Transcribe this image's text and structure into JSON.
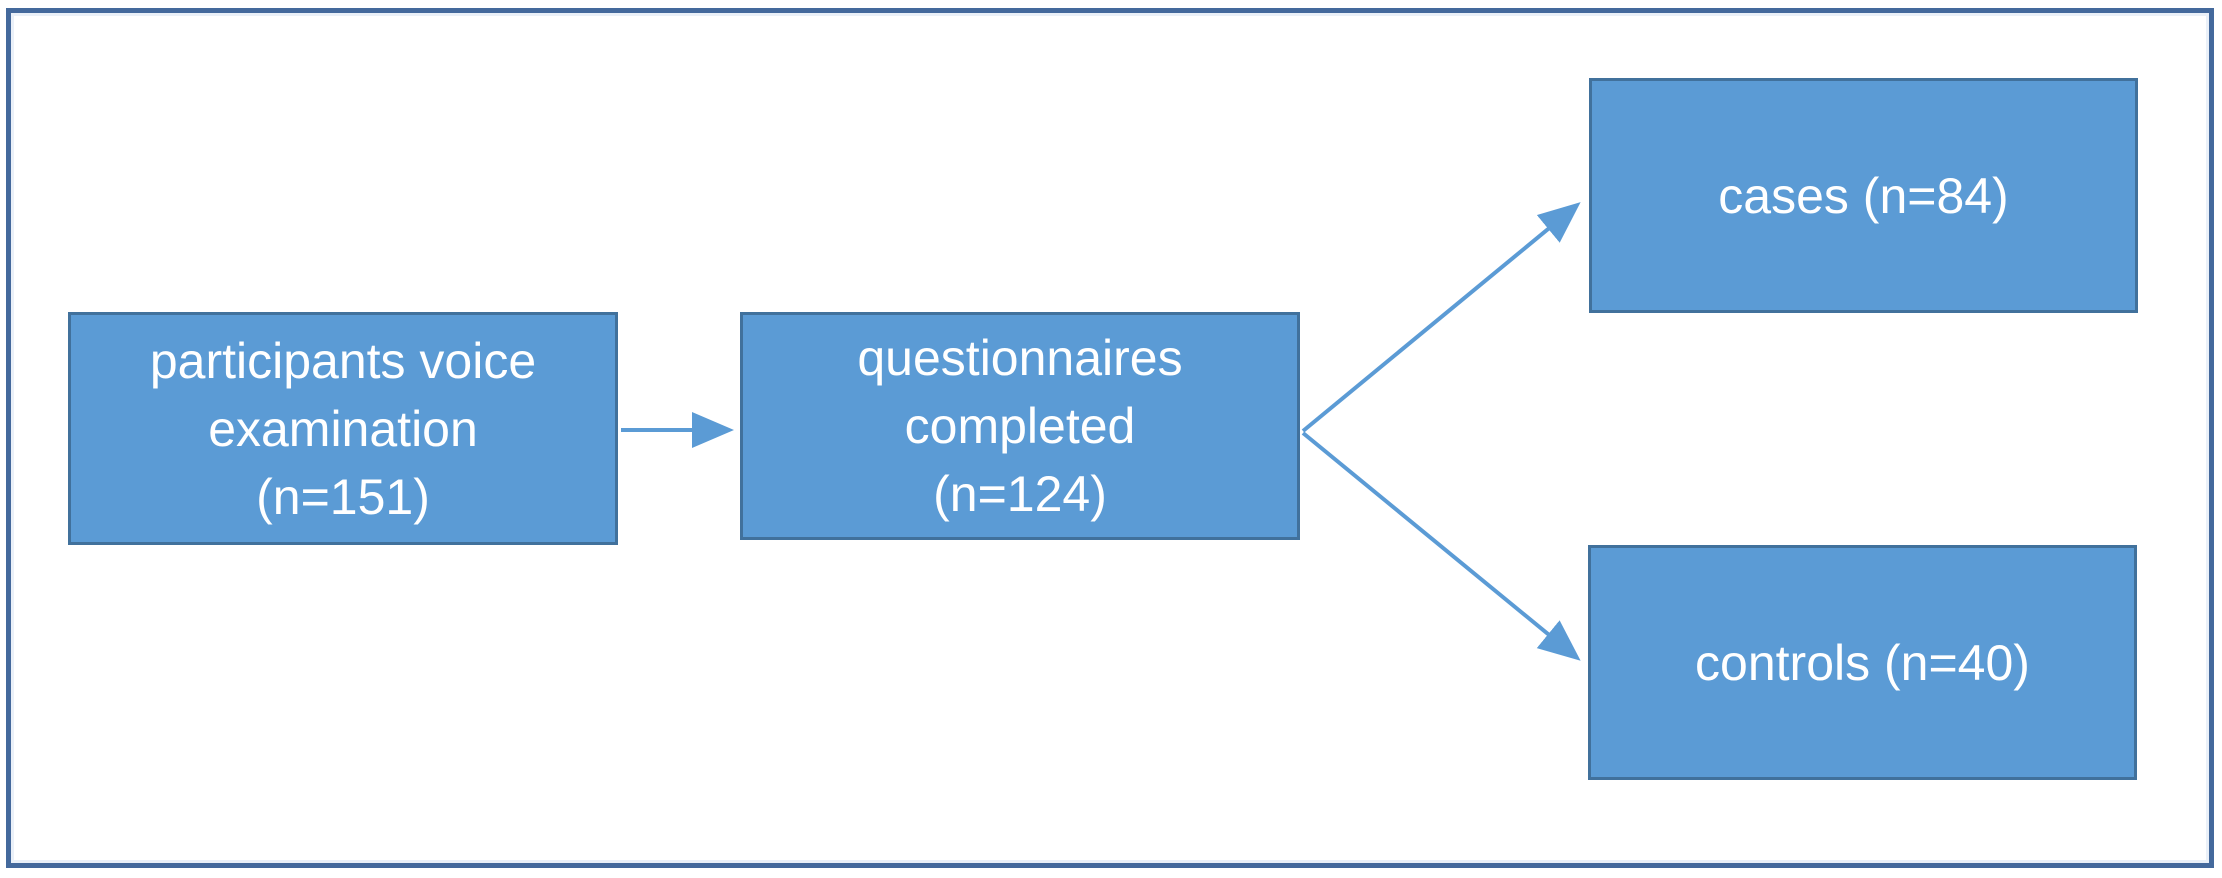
{
  "figure": {
    "type": "flowchart",
    "colors": {
      "background": "#ffffff",
      "frame_border": "#44699c",
      "box_fill": "#5b9bd5",
      "box_border": "#41719c",
      "arrow": "#5b9bd5",
      "text": "#ffffff"
    },
    "nodes": {
      "participants": {
        "line1": "participants voice",
        "line2": "examination",
        "line3": "(n=151)"
      },
      "questionnaires": {
        "line1": "questionnaires",
        "line2": "completed",
        "line3": "(n=124)"
      },
      "cases": {
        "label": "cases (n=84)"
      },
      "controls": {
        "label": "controls (n=40)"
      }
    },
    "edges": [
      {
        "from": "participants",
        "to": "questionnaires"
      },
      {
        "from": "questionnaires",
        "to": "cases"
      },
      {
        "from": "questionnaires",
        "to": "controls"
      }
    ]
  }
}
